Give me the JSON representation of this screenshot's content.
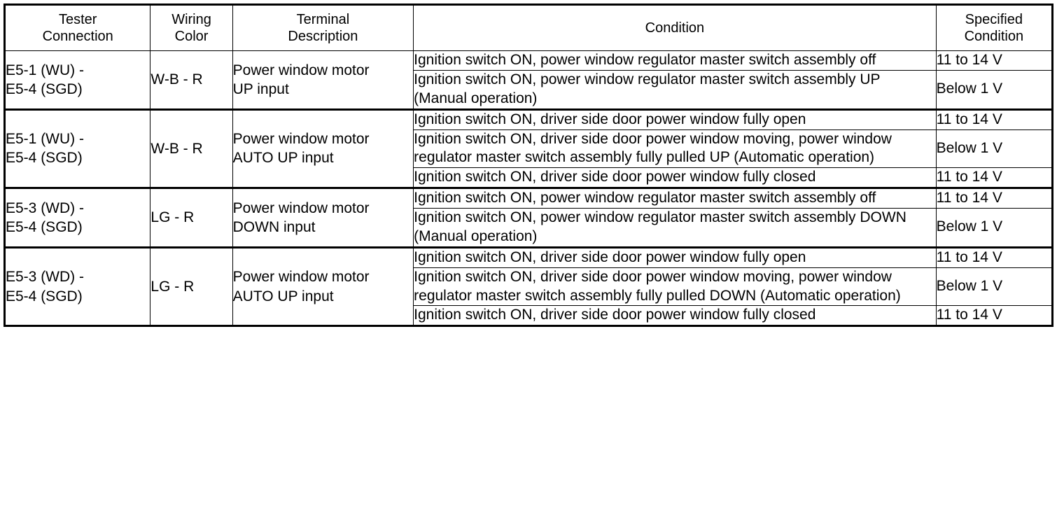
{
  "table": {
    "headers": [
      {
        "label": "Tester\nConnection",
        "line1": "Tester",
        "line2": "Connection"
      },
      {
        "label": "Wiring\nColor",
        "line1": "Wiring",
        "line2": "Color"
      },
      {
        "label": "Terminal\nDescription",
        "line1": "Terminal",
        "line2": "Description"
      },
      {
        "label": "Condition",
        "line1": "Condition",
        "line2": ""
      },
      {
        "label": "Specified\nCondition",
        "line1": "Specified",
        "line2": "Condition"
      }
    ],
    "blocks": [
      {
        "tester_connection": "E5-1 (WU) -\nE5-4 (SGD)",
        "tester_line1": "E5-1 (WU) -",
        "tester_line2": "E5-4 (SGD)",
        "wiring_color": "W-B - R",
        "terminal_description": "Power window motor\nUP input",
        "terminal_line1": "Power window motor",
        "terminal_line2": "UP input",
        "rows": [
          {
            "condition": "Ignition switch ON, power window regulator master switch assembly off",
            "specified_condition": "11 to 14 V"
          },
          {
            "condition": "Ignition switch ON, power window regulator master switch assembly UP (Manual operation)",
            "specified_condition": "Below 1 V"
          }
        ]
      },
      {
        "tester_connection": "E5-1 (WU) -\nE5-4 (SGD)",
        "tester_line1": "E5-1 (WU) -",
        "tester_line2": "E5-4 (SGD)",
        "wiring_color": "W-B - R",
        "terminal_description": "Power window motor\nAUTO UP input",
        "terminal_line1": "Power window motor",
        "terminal_line2": "AUTO UP input",
        "rows": [
          {
            "condition": "Ignition switch ON, driver side door power window fully open",
            "specified_condition": "11 to 14 V"
          },
          {
            "condition": "Ignition switch ON, driver side door power window moving, power window regulator master switch assembly fully pulled UP (Automatic operation)",
            "specified_condition": "Below 1 V"
          },
          {
            "condition": "Ignition switch ON, driver side door power window fully closed",
            "specified_condition": "11 to 14 V"
          }
        ]
      },
      {
        "tester_connection": "E5-3 (WD) -\nE5-4 (SGD)",
        "tester_line1": "E5-3 (WD) -",
        "tester_line2": "E5-4 (SGD)",
        "wiring_color": "LG - R",
        "terminal_description": "Power window motor\nDOWN input",
        "terminal_line1": "Power window motor",
        "terminal_line2": "DOWN input",
        "rows": [
          {
            "condition": "Ignition switch ON, power window regulator master switch assembly off",
            "specified_condition": "11 to 14 V"
          },
          {
            "condition": "Ignition switch ON, power window regulator master switch assembly DOWN (Manual operation)",
            "specified_condition": "Below 1 V"
          }
        ]
      },
      {
        "tester_connection": "E5-3 (WD) -\nE5-4 (SGD)",
        "tester_line1": "E5-3 (WD) -",
        "tester_line2": "E5-4 (SGD)",
        "wiring_color": "LG - R",
        "terminal_description": "Power window motor\nAUTO UP input",
        "terminal_line1": "Power window motor",
        "terminal_line2": "AUTO UP input",
        "rows": [
          {
            "condition": "Ignition switch ON, driver side door power window fully open",
            "specified_condition": "11 to 14 V"
          },
          {
            "condition": "Ignition switch ON, driver side door power window moving, power window regulator master switch assembly fully pulled DOWN (Automatic operation)",
            "specified_condition": "Below 1 V"
          },
          {
            "condition": "Ignition switch ON, driver side door power window fully closed",
            "specified_condition": "11 to 14 V"
          }
        ]
      }
    ]
  }
}
